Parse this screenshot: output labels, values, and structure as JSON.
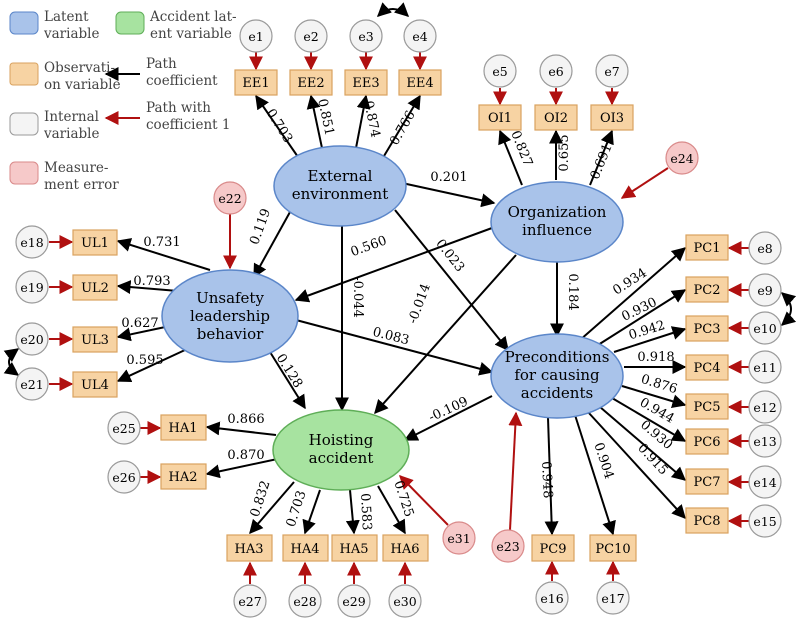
{
  "colors": {
    "latent": "#a9c3ea",
    "latent_stroke": "#5b86c9",
    "accident": "#a7e3a0",
    "accident_stroke": "#5fae58",
    "observed": "#f7d3a3",
    "observed_stroke": "#d9a25f",
    "error": "#f4f4f4",
    "error_stroke": "#9a9a9a",
    "measurement": "#f6c9c9",
    "measurement_stroke": "#d98a8a",
    "arrow_black": "#000000",
    "arrow_red": "#b01010"
  },
  "legend": {
    "latent": [
      "Latent",
      "variable"
    ],
    "accident": [
      "Accident lat-",
      "ent variable"
    ],
    "observation": [
      "Observati-",
      "on variable"
    ],
    "path_coef": [
      "Path",
      "coefficient"
    ],
    "internal": [
      "Internal",
      "variable"
    ],
    "path_one": [
      "Path with",
      "coefficient 1"
    ],
    "measurement": [
      "Measure-",
      "ment error"
    ]
  },
  "latent": {
    "external": [
      "External",
      "environment"
    ],
    "organization": [
      "Organization",
      "influence"
    ],
    "unsafety": [
      "Unsafety",
      "leadership",
      "behavior"
    ],
    "preconditions": [
      "Preconditions",
      "for causing",
      "accidents"
    ],
    "hoisting": [
      "Hoisting",
      "accident"
    ]
  },
  "observed": {
    "EE1": "EE1",
    "EE2": "EE2",
    "EE3": "EE3",
    "EE4": "EE4",
    "OI1": "OI1",
    "OI2": "OI2",
    "OI3": "OI3",
    "UL1": "UL1",
    "UL2": "UL2",
    "UL3": "UL3",
    "UL4": "UL4",
    "PC1": "PC1",
    "PC2": "PC2",
    "PC3": "PC3",
    "PC4": "PC4",
    "PC5": "PC5",
    "PC6": "PC6",
    "PC7": "PC7",
    "PC8": "PC8",
    "PC9": "PC9",
    "PC10": "PC10",
    "HA1": "HA1",
    "HA2": "HA2",
    "HA3": "HA3",
    "HA4": "HA4",
    "HA5": "HA5",
    "HA6": "HA6"
  },
  "errors": {
    "e1": "e1",
    "e2": "e2",
    "e3": "e3",
    "e4": "e4",
    "e5": "e5",
    "e6": "e6",
    "e7": "e7",
    "e8": "e8",
    "e9": "e9",
    "e10": "e10",
    "e11": "e11",
    "e12": "e12",
    "e13": "e13",
    "e14": "e14",
    "e15": "e15",
    "e16": "e16",
    "e17": "e17",
    "e18": "e18",
    "e19": "e19",
    "e20": "e20",
    "e21": "e21",
    "e22": "e22",
    "e23": "e23",
    "e24": "e24",
    "e25": "e25",
    "e26": "e26",
    "e27": "e27",
    "e28": "e28",
    "e29": "e29",
    "e30": "e30",
    "e31": "e31"
  },
  "coefficients": {
    "ee1": "0.703",
    "ee2": "0.851",
    "ee3": "0.874",
    "ee4": "0.766",
    "oi1": "0.827",
    "oi2": "0.655",
    "oi3": "0.691",
    "ul1": "0.731",
    "ul2": "0.793",
    "ul3": "0.627",
    "ul4": "0.595",
    "pc1": "0.934",
    "pc2": "0.930",
    "pc3": "0.942",
    "pc4": "0.918",
    "pc5": "0.876",
    "pc6": "0.944",
    "pc7": "0.930",
    "pc8": "0.915",
    "pc9": "0.948",
    "pc10": "0.904",
    "ha1": "0.866",
    "ha2": "0.870",
    "ha3": "0.832",
    "ha4": "0.703",
    "ha5": "0.583",
    "ha6": "0.725",
    "ext_org": "0.201",
    "ext_unsafe": "0.119",
    "ext_hoist": "-0.044",
    "ext_pre": "0.023",
    "org_unsafe": "0.560",
    "org_hoist": "-0.014",
    "org_pre": "0.184",
    "unsafe_pre": "0.083",
    "unsafe_hoist": "0.128",
    "pre_hoist": "-0.109"
  }
}
